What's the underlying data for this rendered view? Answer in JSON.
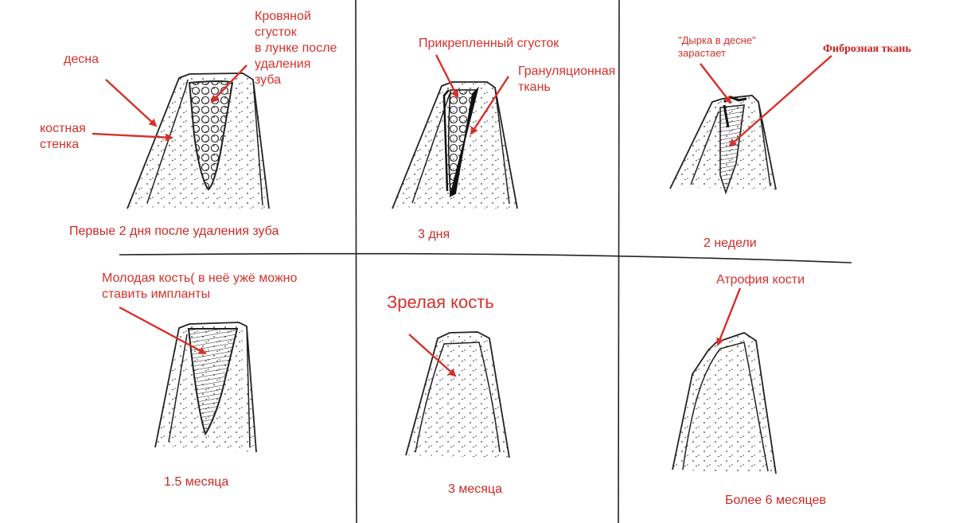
{
  "labels": {
    "gum": "десна",
    "bone_wall": "костная\nстенка",
    "blood_clot": "Кровяной\nсгусток\nв лунке после\nудаления\nзуба",
    "attached_clot": "Прикрепленный сгусток",
    "granulation": "Грануляционная\n ткань",
    "hole_in_gum": "\"Дырка в десне\"\nзарастает",
    "fibrous_tissue": "Фиброзная ткань",
    "young_bone": "Молодая кость( в неё ужё можно\nставить импланты",
    "mature_bone": "Зрелая кость",
    "bone_atrophy": "Атрофия кости"
  },
  "captions": {
    "first_2_days": "Первые 2 дня после удаления зуба",
    "day_3": "3 дня",
    "week_2": "2 недели",
    "month_1_5": "1.5 месяца",
    "month_3": "3 месяца",
    "month_6_plus": "Более 6 месяцев"
  },
  "colors": {
    "annotation": "#d6312b",
    "ink": "#1a1a1a",
    "background": "#ffffff"
  }
}
